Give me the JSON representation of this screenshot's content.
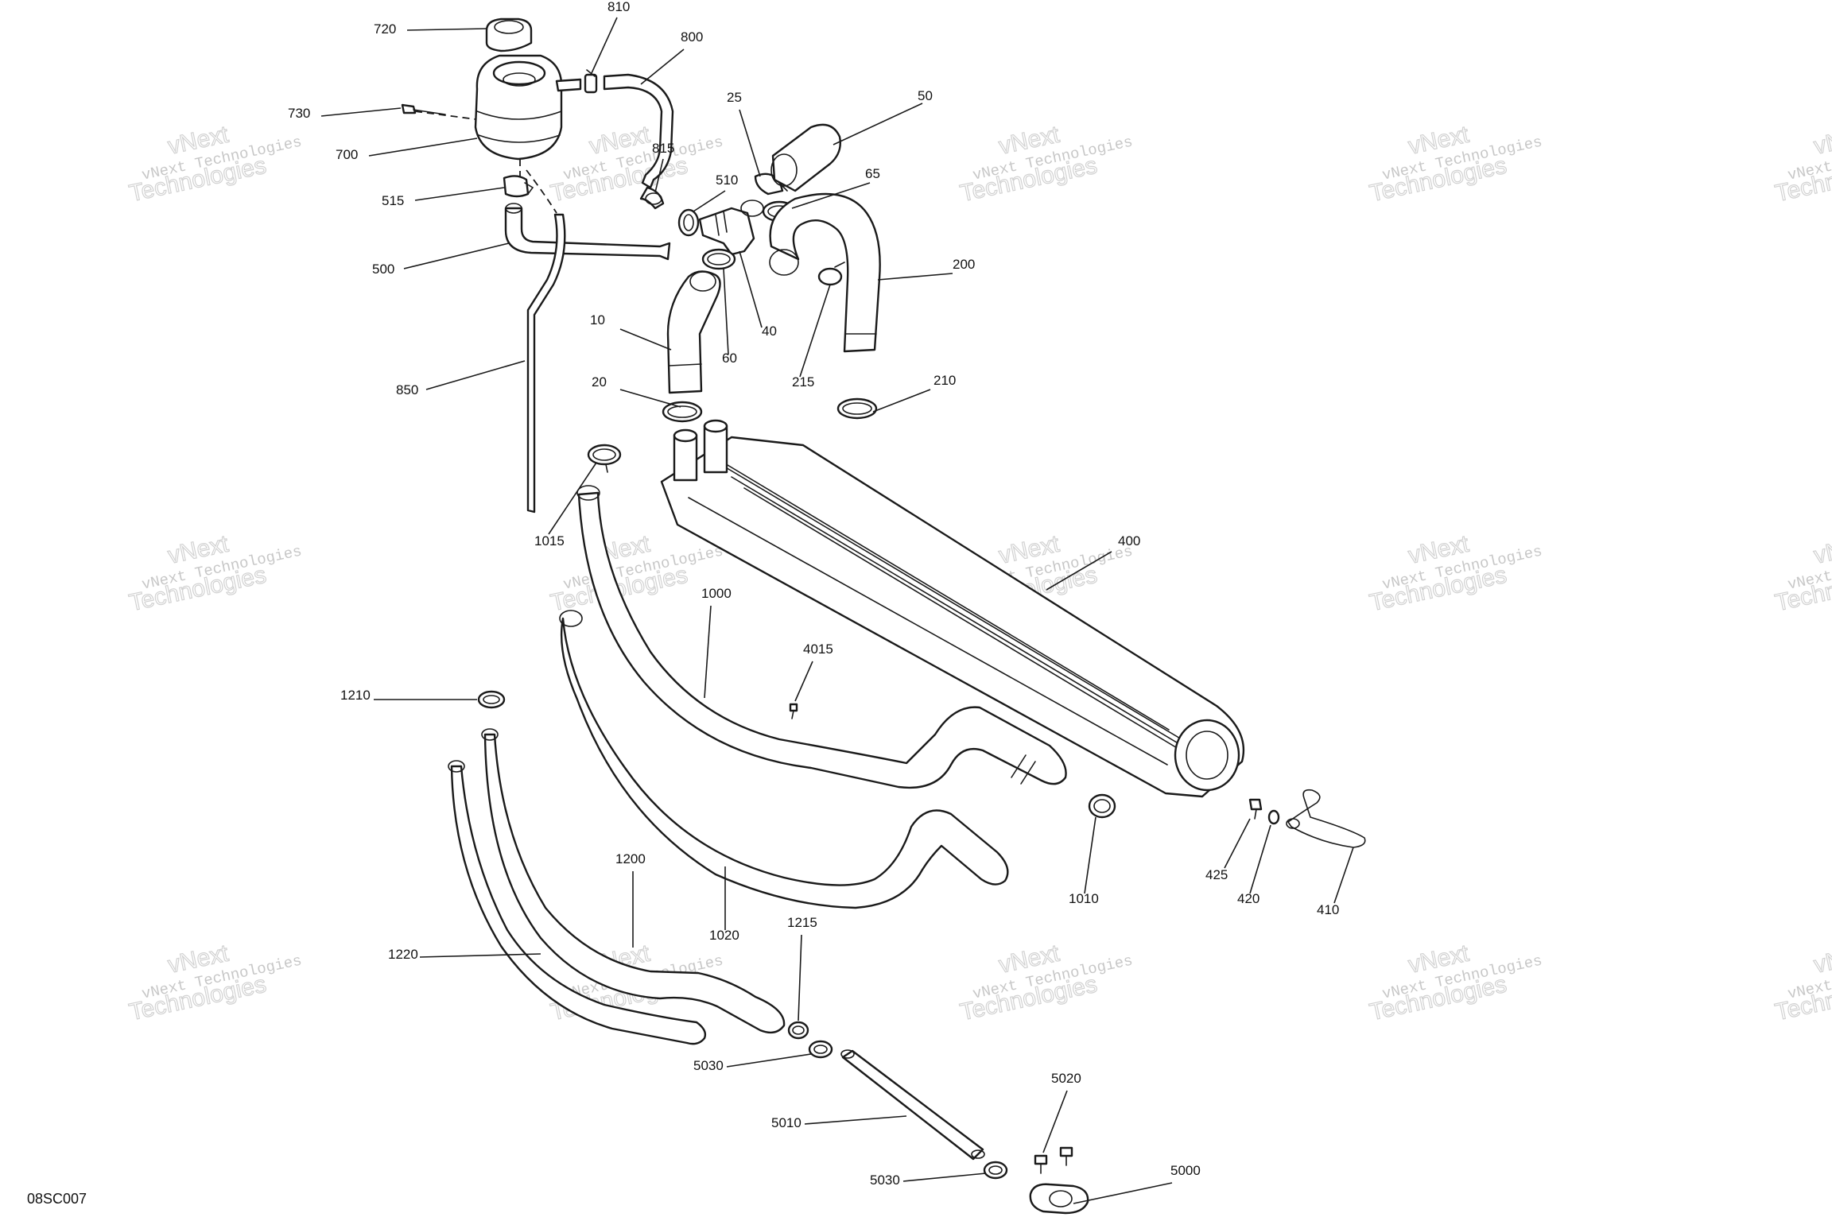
{
  "figure_code": "08SC007",
  "watermark": {
    "line1": "vNext Technologies",
    "line2": "Technologies",
    "line3": "vNext"
  },
  "callouts": [
    {
      "id": "720"
    },
    {
      "id": "810"
    },
    {
      "id": "800"
    },
    {
      "id": "730"
    },
    {
      "id": "700"
    },
    {
      "id": "515"
    },
    {
      "id": "815"
    },
    {
      "id": "25"
    },
    {
      "id": "50"
    },
    {
      "id": "65"
    },
    {
      "id": "510"
    },
    {
      "id": "500"
    },
    {
      "id": "200"
    },
    {
      "id": "40"
    },
    {
      "id": "60"
    },
    {
      "id": "10"
    },
    {
      "id": "215"
    },
    {
      "id": "210"
    },
    {
      "id": "850"
    },
    {
      "id": "20"
    },
    {
      "id": "1015"
    },
    {
      "id": "400"
    },
    {
      "id": "1000"
    },
    {
      "id": "4015"
    },
    {
      "id": "1210"
    },
    {
      "id": "1010"
    },
    {
      "id": "425"
    },
    {
      "id": "420"
    },
    {
      "id": "410"
    },
    {
      "id": "1200"
    },
    {
      "id": "1020"
    },
    {
      "id": "1215"
    },
    {
      "id": "1220"
    },
    {
      "id": "5030"
    },
    {
      "id": "5010"
    },
    {
      "id": "5020"
    },
    {
      "id": "5000"
    },
    {
      "id": "5030"
    }
  ]
}
